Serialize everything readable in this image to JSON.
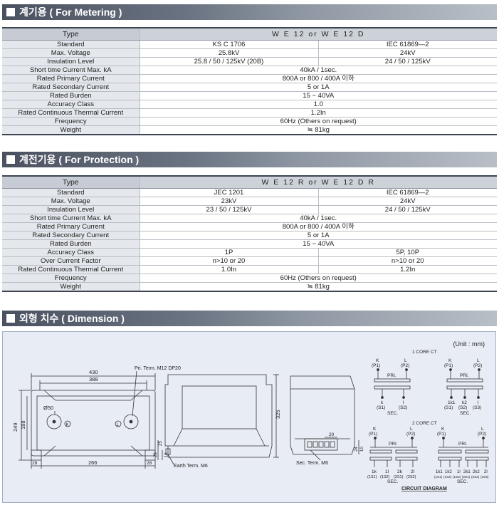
{
  "metering": {
    "title": "계기용 ( For Metering )",
    "type_label": "Type",
    "type_value": "W E 12  or  W E 12 D",
    "rows": [
      {
        "label": "Standard",
        "values": [
          "KS C 1706",
          "IEC 61869—2"
        ]
      },
      {
        "label": "Max. Voltage",
        "values": [
          "25.8kV",
          "24kV"
        ]
      },
      {
        "label": "Insulation Level",
        "values": [
          "25.8 / 50 / 125kV (20B)",
          "24 / 50 / 125kV"
        ]
      },
      {
        "label": "Short time Current Max. kA",
        "values": [
          "40kA / 1sec."
        ]
      },
      {
        "label": "Rated Primary Current",
        "values": [
          "800A or 800 / 400A 이하"
        ]
      },
      {
        "label": "Rated Secondary Current",
        "values": [
          "5 or 1A"
        ]
      },
      {
        "label": "Rated Burden",
        "values": [
          "15 ~ 40VA"
        ]
      },
      {
        "label": "Accuracy Class",
        "values": [
          "1.0"
        ]
      },
      {
        "label": "Rated Continuous Thermal Current",
        "values": [
          "1.2In"
        ]
      },
      {
        "label": "Frequency",
        "values": [
          "60Hz (Others on request)"
        ]
      },
      {
        "label": "Weight",
        "values": [
          "≒ 81kg"
        ]
      }
    ]
  },
  "protection": {
    "title": "계전기용 ( For Protection )",
    "type_label": "Type",
    "type_value": "W E 12 R  or  W E 12 D R",
    "rows": [
      {
        "label": "Standard",
        "values": [
          "JEC 1201",
          "IEC 61869—2"
        ]
      },
      {
        "label": "Max. Voltage",
        "values": [
          "23kV",
          "24kV"
        ]
      },
      {
        "label": "Insulation Level",
        "values": [
          "23 / 50 / 125kV",
          "24 / 50 / 125kV"
        ]
      },
      {
        "label": "Short time Current Max. kA",
        "values": [
          "40kA / 1sec."
        ]
      },
      {
        "label": "Rated Primary Current",
        "values": [
          "800A or 800 / 400A 이하"
        ]
      },
      {
        "label": "Rated Secondary Current",
        "values": [
          "5 or 1A"
        ]
      },
      {
        "label": "Rated Burden",
        "values": [
          "15 ~ 40VA"
        ]
      },
      {
        "label": "Accuracy Class",
        "values": [
          "1P",
          "5P, 10P"
        ]
      },
      {
        "label": "Over Current Factor",
        "values": [
          "n>10 or 20",
          "n>10 or 20"
        ]
      },
      {
        "label": "Rated Continuous Thermal Current",
        "values": [
          "1.0In",
          "1.2In"
        ]
      },
      {
        "label": "Frequency",
        "values": [
          "60Hz (Others on request)"
        ]
      },
      {
        "label": "Weight",
        "values": [
          "≒ 81kg"
        ]
      }
    ]
  },
  "dimension": {
    "title": "외형 치수 ( Dimension )",
    "unit": "(Unit : mm)",
    "front": {
      "d430": "430",
      "d388": "388",
      "d249": "249",
      "d188": "188",
      "d50": "Ø50",
      "d28a": "28",
      "d266": "266",
      "d28b": "28",
      "d28c": "28",
      "d25": "25",
      "d16": "16",
      "k": "K",
      "l": "L",
      "pri_term": "Pri. Term. M12 DP20"
    },
    "side": {
      "d325": "325",
      "earth_term": "Earth Term. M6"
    },
    "end": {
      "d20": "20",
      "d24": "24",
      "d10": "10",
      "sec_term": "Sec. Term. M6"
    },
    "circuit": {
      "one_core": "1 CORE CT",
      "two_core": "2 CORE CT",
      "title": "CIRCUIT DIAGRAM",
      "pri": "PRI.",
      "sec": "SEC.",
      "K": "K",
      "L": "L",
      "P1": "(P1)",
      "P2": "(P2)",
      "k": "k",
      "l": "l",
      "S1": "(S1)",
      "S2": "(S2)",
      "k2": "k2",
      "S3": "(S3)",
      "c2a": [
        "1k",
        "1l",
        "2k",
        "2l"
      ],
      "c2a_sub": [
        "(1S1)",
        "(1S2)",
        "(2S1)",
        "(2S2)"
      ],
      "c2b": [
        "1k1",
        "1k2",
        "1l",
        "2k1",
        "2k2",
        "2l"
      ],
      "c2b_sub": [
        "(1S1)",
        "(1S2)",
        "(1S3)",
        "(2S1)",
        "(2S2)",
        "(2S3)"
      ]
    }
  }
}
